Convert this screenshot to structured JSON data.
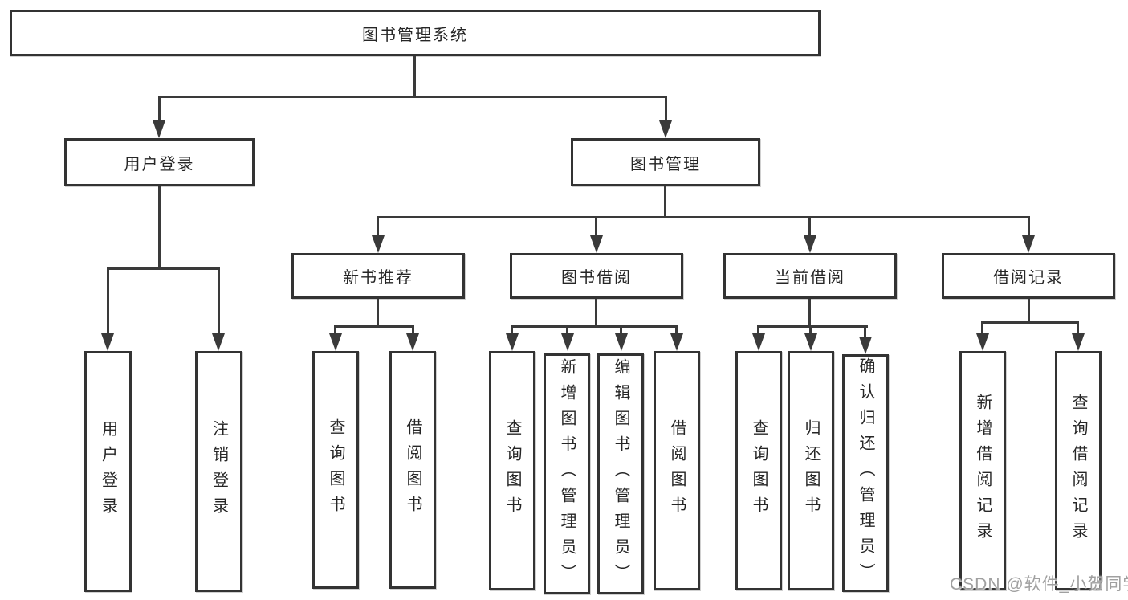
{
  "diagram": {
    "tree": {
      "label": "图书管理系统",
      "children": [
        {
          "label": "用户登录",
          "children": [
            {
              "label": "用户登录"
            },
            {
              "label": "注销登录"
            }
          ]
        },
        {
          "label": "图书管理",
          "children": [
            {
              "label": "新书推荐",
              "children": [
                {
                  "label": "查询图书"
                },
                {
                  "label": "借阅图书"
                }
              ]
            },
            {
              "label": "图书借阅",
              "children": [
                {
                  "label": "查询图书"
                },
                {
                  "label": "新增图书（管理员）"
                },
                {
                  "label": "编辑图书（管理员）"
                },
                {
                  "label": "借阅图书"
                }
              ]
            },
            {
              "label": "当前借阅",
              "children": [
                {
                  "label": "查询图书"
                },
                {
                  "label": "归还图书"
                },
                {
                  "label": "确认归还（管理员）"
                }
              ]
            },
            {
              "label": "借阅记录",
              "children": [
                {
                  "label": "新增借阅记录"
                },
                {
                  "label": "查询借阅记录"
                }
              ]
            }
          ]
        }
      ]
    }
  },
  "watermark": {
    "text": "CSDN @软件_小贺同学"
  },
  "colors": {
    "line": "#3a3a3a",
    "border": "#333333",
    "text": "#262626",
    "watermark": "#a0a0a0"
  }
}
